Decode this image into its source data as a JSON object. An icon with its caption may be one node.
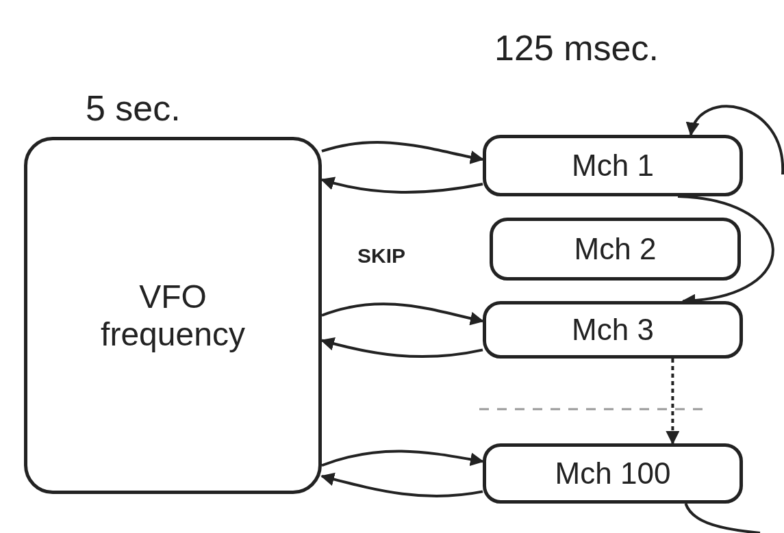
{
  "diagram": {
    "nodes": [
      {
        "text": [
          "VFO frequency"
        ],
        "beside": [
          "5 sec."
        ]
      },
      {
        "text": [
          "Mch 1"
        ],
        "beside": [
          "125 msec."
        ]
      },
      {
        "text": [
          "Mch 2"
        ]
      },
      {
        "text": [
          "Mch 3"
        ]
      },
      {
        "text": [
          "Mch 100"
        ]
      }
    ],
    "edges": [
      {
        "from": 0,
        "to": 1,
        "arrow": "to"
      },
      {
        "from": 1,
        "to": 0,
        "arrow": "to"
      },
      {
        "from": 1,
        "to": 3,
        "arrow": "to"
      },
      {
        "from": 0,
        "to": 3,
        "arrow": "to"
      },
      {
        "from": 3,
        "to": 0,
        "arrow": "to"
      },
      {
        "from": 3,
        "to": 4,
        "arrow": "to",
        "style": "dashed"
      },
      {
        "from": 0,
        "to": 4,
        "arrow": "to"
      },
      {
        "from": 4,
        "to": 0,
        "arrow": "to"
      },
      {
        "from": null,
        "to": 1,
        "arrow": "to"
      },
      {
        "from": 4,
        "to": null,
        "arrow": "none"
      }
    ],
    "labels": [
      "SKIP"
    ]
  }
}
